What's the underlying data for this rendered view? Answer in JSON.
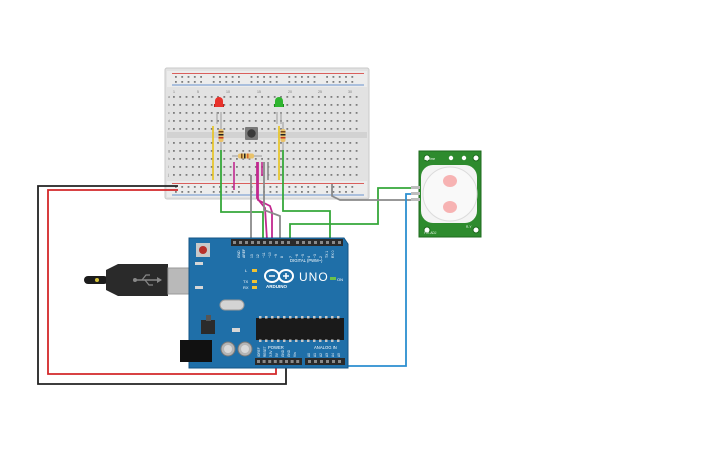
{
  "arduino": {
    "logo_text": "UNO",
    "brand_text": "ARDUINO",
    "digital_header": "DIGITAL (PWM~)",
    "power_header": "POWER",
    "analog_header": "ANALOG IN",
    "led_labels": [
      "L",
      "TX",
      "RX"
    ],
    "on_label": "ON",
    "aref_label": "AREF",
    "gnd_label": "GND",
    "digital_pins": [
      "13",
      "12",
      "~11",
      "~10",
      "~9",
      "8",
      "7",
      "~6",
      "~5",
      "4",
      "~3",
      "2",
      "TX 1",
      "RX 0"
    ],
    "power_pins": [
      "IOREF",
      "RESET",
      "3.3V",
      "5V",
      "GND",
      "GND",
      "Vin"
    ],
    "analog_pins": [
      "A0",
      "A1",
      "A2",
      "A3",
      "A4",
      "A5"
    ],
    "board_color": "#1f6fa8"
  },
  "pir_sensor": {
    "top_label": "adj time",
    "bottom_label": "PIR-ADJ",
    "side_label": "R-Y",
    "board_color": "#2e8b2e"
  },
  "breadboard": {
    "column_numbers": [
      "1",
      "5",
      "10",
      "15",
      "20",
      "25",
      "30"
    ],
    "row_letters_top": [
      "a",
      "b",
      "c",
      "d",
      "e"
    ],
    "row_letters_bottom": [
      "f",
      "g",
      "h",
      "i",
      "j"
    ]
  },
  "components": {
    "led_left_color": "#e8322b",
    "led_right_color": "#2fb52f",
    "resistor_color": "#e9c26a",
    "button_color": "#3a3a3a"
  },
  "wire_colors": {
    "green": "#36a83a",
    "magenta": "#c2288f",
    "gray": "#8a8a8a",
    "red": "#d3282a",
    "black": "#222222",
    "blue": "#2b8fd0",
    "yellow": "#e8c31a"
  }
}
